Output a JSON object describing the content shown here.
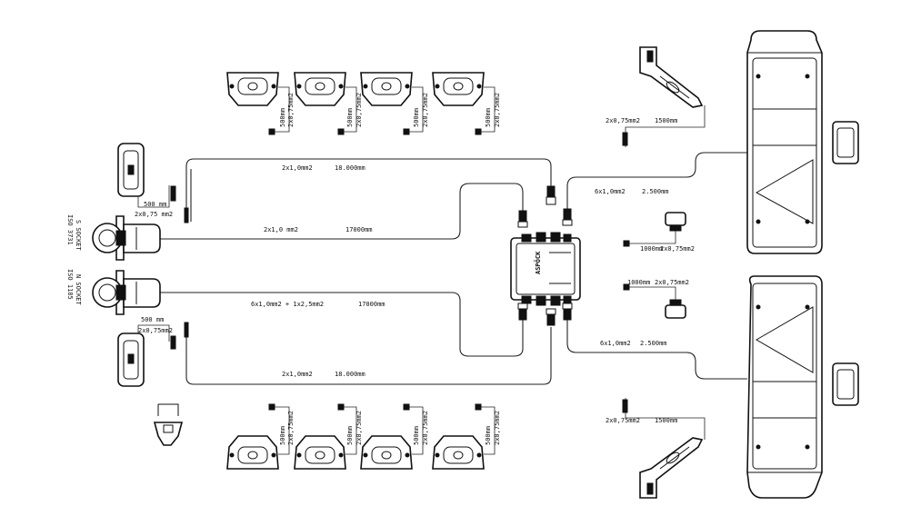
{
  "labels": {
    "side_marker_top_length": "500mm",
    "side_marker_top_cable": "2x0,75mm2",
    "side_marker_top_cable_b": "2x0,75mm2",
    "side_marker_bottom_length": "500mm",
    "side_marker_bottom_cable": "2x0,75mm2",
    "top_trunk_cable": "2x1,0mm2",
    "top_trunk_length": "18.000mm",
    "bottom_trunk_cable": "2x1,0mm2",
    "bottom_trunk_length": "18.000mm",
    "socket_s_cable": "2x1,0 mm2",
    "socket_s_length": "17000mm",
    "socket_n_cable": "6x1,0mm2 + 1x2,5mm2",
    "socket_n_length": "17000mm",
    "socket_s_title": "S SOCKET",
    "socket_s_std": "ISO 3731",
    "socket_n_title": "N SOCKET",
    "socket_n_std": "ISO 1185",
    "lamp_top_cable": "6x1,0mm2",
    "lamp_top_length": "2.500mm",
    "lamp_bottom_cable": "6x1,0mm2",
    "lamp_bottom_length": "2.500mm",
    "end_outline_top_cable": "2x0,75mm2",
    "end_outline_top_length": "1500mm",
    "end_outline_bottom_cable": "2x0,75mm2",
    "end_outline_bottom_length": "1500mm",
    "plate_lamp_top_length": "1000mm",
    "plate_lamp_top_cable": "2x0,75mm2",
    "plate_lamp_bottom_length": "1000mm",
    "plate_lamp_bottom_cable": "2x0,75mm2",
    "front_marker_top_length": "500 mm",
    "front_marker_top_cable": "2x0,75 mm2",
    "front_marker_bottom_length": "500 mm",
    "front_marker_bottom_cable": "2x0,75mm2",
    "junction_box_brand": "ASPÖCK"
  }
}
